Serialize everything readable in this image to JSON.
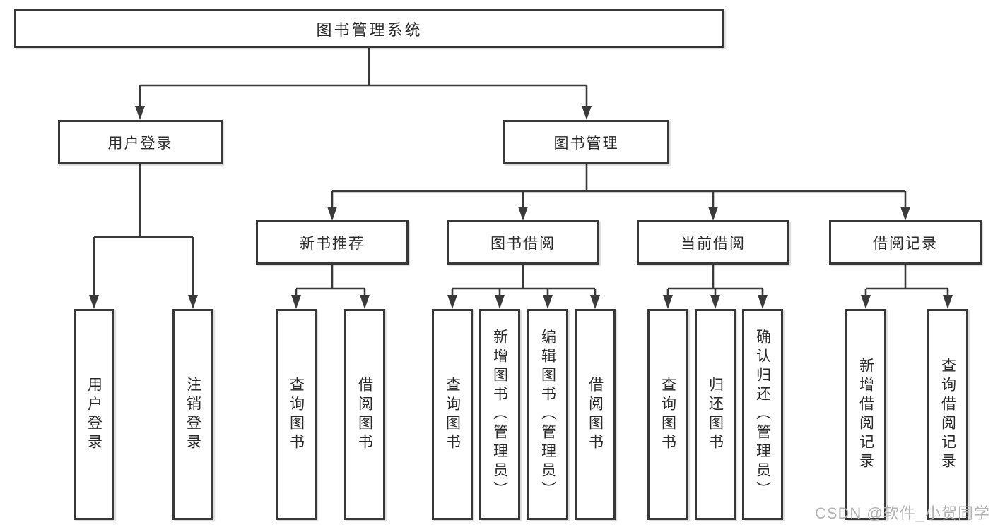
{
  "nodes": {
    "root": {
      "label": "图书管理系统"
    },
    "level1": [
      {
        "label": "用户登录"
      },
      {
        "label": "图书管理"
      }
    ],
    "level2": [
      {
        "label": "新书推荐"
      },
      {
        "label": "图书借阅"
      },
      {
        "label": "当前借阅"
      },
      {
        "label": "借阅记录"
      }
    ],
    "leaves": {
      "userLogin": [
        {
          "label": "用户登录"
        },
        {
          "label": "注销登录"
        }
      ],
      "newBook": [
        {
          "label": "查询图书"
        },
        {
          "label": "借阅图书"
        }
      ],
      "bookBorrow": [
        {
          "label": "查询图书"
        },
        {
          "label": "新增图书（管理员）"
        },
        {
          "label": "编辑图书（管理员）"
        },
        {
          "label": "借阅图书"
        }
      ],
      "currentBorrow": [
        {
          "label": "查询图书"
        },
        {
          "label": "归还图书"
        },
        {
          "label": "确认归还（管理员）"
        }
      ],
      "borrowRecord": [
        {
          "label": "新增借阅记录"
        },
        {
          "label": "查询借阅记录"
        }
      ]
    }
  },
  "watermark": {
    "text": "CSDN @软件_小贺同学"
  },
  "colors": {
    "line": "#3a3a3a",
    "ink": "#2b2b2b",
    "border": "#383838",
    "bg": "#ffffff",
    "watermark": "#b3b3b3"
  }
}
